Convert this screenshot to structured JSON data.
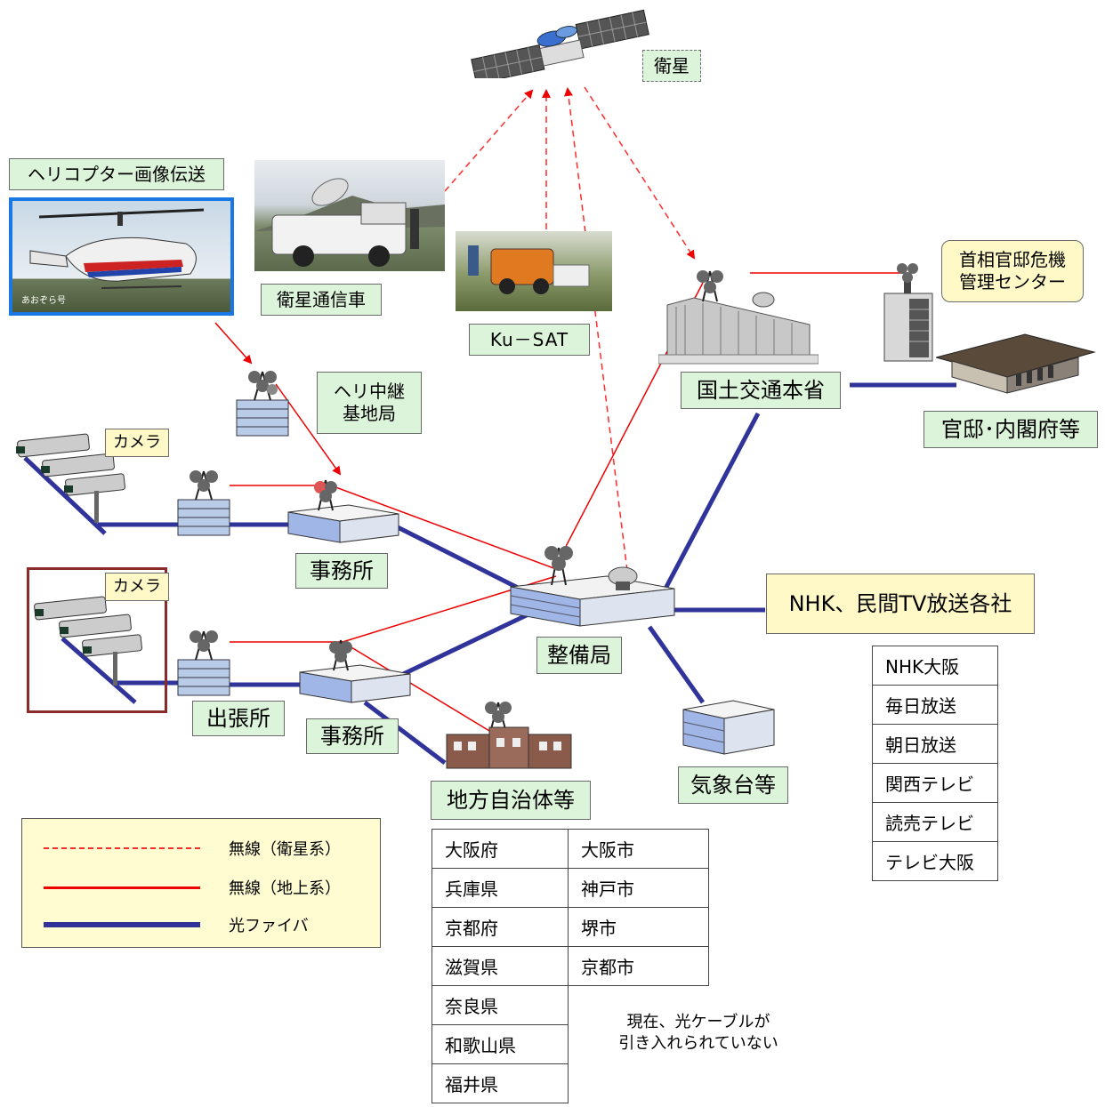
{
  "labels": {
    "satellite": "衛星",
    "heli_transmission": "ヘリコプター画像伝送",
    "sat_vehicle": "衛星通信車",
    "ku_sat": "Ku－SAT",
    "heli_relay": "ヘリ中継\n基地局",
    "camera_top": "カメラ",
    "camera_bottom": "カメラ",
    "office_top": "事務所",
    "office_bottom": "事務所",
    "branch": "出張所",
    "bureau": "整備局",
    "mlit_hq": "国土交通本省",
    "pm_crisis_center": "首相官邸危機\n管理センター",
    "kantei": "官邸･内閣府等",
    "nhk_tv": "NHK、民間TV放送各社",
    "local_gov": "地方自治体等",
    "weather": "気象台等",
    "heli_photo_caption": "あおぞら号"
  },
  "broadcasters": [
    "NHK大阪",
    "毎日放送",
    "朝日放送",
    "関西テレビ",
    "読売テレビ",
    "テレビ大阪"
  ],
  "local_governments": {
    "prefectures": [
      "大阪府",
      "兵庫県",
      "京都府",
      "滋賀県",
      "奈良県",
      "和歌山県",
      "福井県"
    ],
    "cities": [
      "大阪市",
      "神戸市",
      "堺市",
      "京都市"
    ],
    "note": "現在、光ケーブルが\n引き入れられていない"
  },
  "legend": [
    {
      "label": "無線（衛星系）",
      "style": "dashed",
      "color": "#ff2a2a"
    },
    {
      "label": "無線（地上系）",
      "style": "solid",
      "color": "#ee0000"
    },
    {
      "label": "光ファイバ",
      "style": "thick",
      "color": "#30349a"
    }
  ],
  "colors": {
    "label_green": "#dcf4d9",
    "label_yellow": "#fff9c8",
    "fiber": "#30349a",
    "radio": "#ee0000",
    "heli_frame": "#1a78e6",
    "camera_frame": "#8a2a2a"
  }
}
